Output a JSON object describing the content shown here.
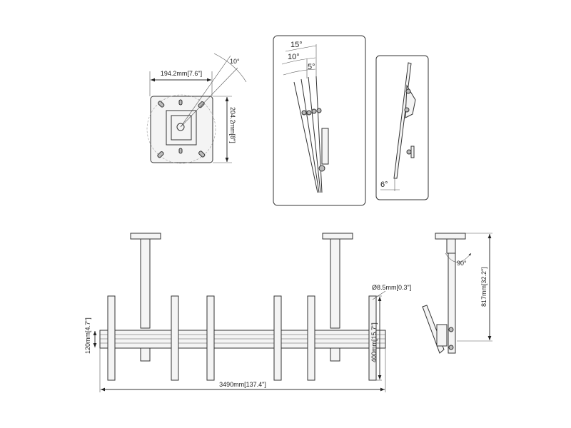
{
  "top_view": {
    "width_label": "194.2mm[7.6\"]",
    "height_label": "204.2mm[8\"]",
    "rotation_label": "10°"
  },
  "tilt_view": {
    "angle_15": "15°",
    "angle_10": "10°",
    "angle_5": "5°"
  },
  "side_tilt_view": {
    "angle_label": "6°"
  },
  "front_view": {
    "total_width_label": "3490mm[137.4\"]",
    "bar_height_label": "120mm[4.7\"]",
    "plate_height_label": "400mm[15.7\"]",
    "hole_diameter_label": "Ø8.5mm[0.3\"]"
  },
  "side_view": {
    "height_label": "817mm[32.2\"]",
    "swivel_label": "90°"
  }
}
